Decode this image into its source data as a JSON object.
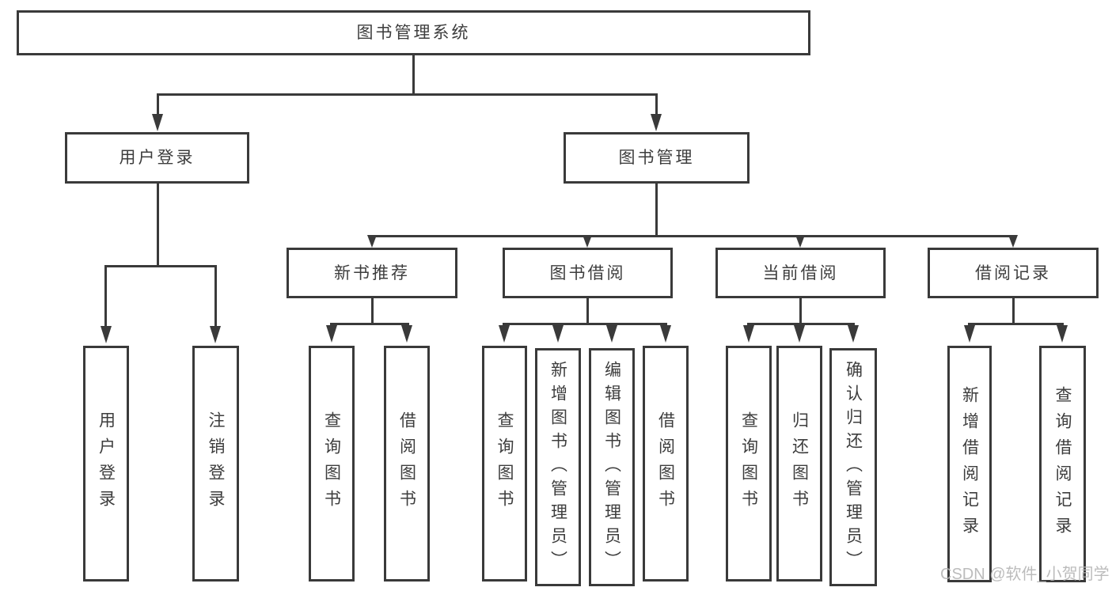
{
  "tree": {
    "label": "图书管理系统",
    "children": [
      {
        "label": "用户登录",
        "children": [
          {
            "label": "用户登录"
          },
          {
            "label": "注销登录"
          }
        ]
      },
      {
        "label": "图书管理",
        "children": [
          {
            "label": "新书推荐",
            "children": [
              {
                "label": "查询图书"
              },
              {
                "label": "借阅图书"
              }
            ]
          },
          {
            "label": "图书借阅",
            "children": [
              {
                "label": "查询图书"
              },
              {
                "label": "新增图书（管理员）"
              },
              {
                "label": "编辑图书（管理员）"
              },
              {
                "label": "借阅图书"
              }
            ]
          },
          {
            "label": "当前借阅",
            "children": [
              {
                "label": "查询图书"
              },
              {
                "label": "归还图书"
              },
              {
                "label": "确认归还（管理员）"
              }
            ]
          },
          {
            "label": "借阅记录",
            "children": [
              {
                "label": "新增借阅记录"
              },
              {
                "label": "查询借阅记录"
              }
            ]
          }
        ]
      }
    ]
  },
  "watermark": {
    "text": "CSDN @软件_小贺同学"
  },
  "colors": {
    "line": "#3a3a3a",
    "text": "#3d3d3d",
    "watermark": "#b5b5b5",
    "bg": "#ffffff"
  }
}
